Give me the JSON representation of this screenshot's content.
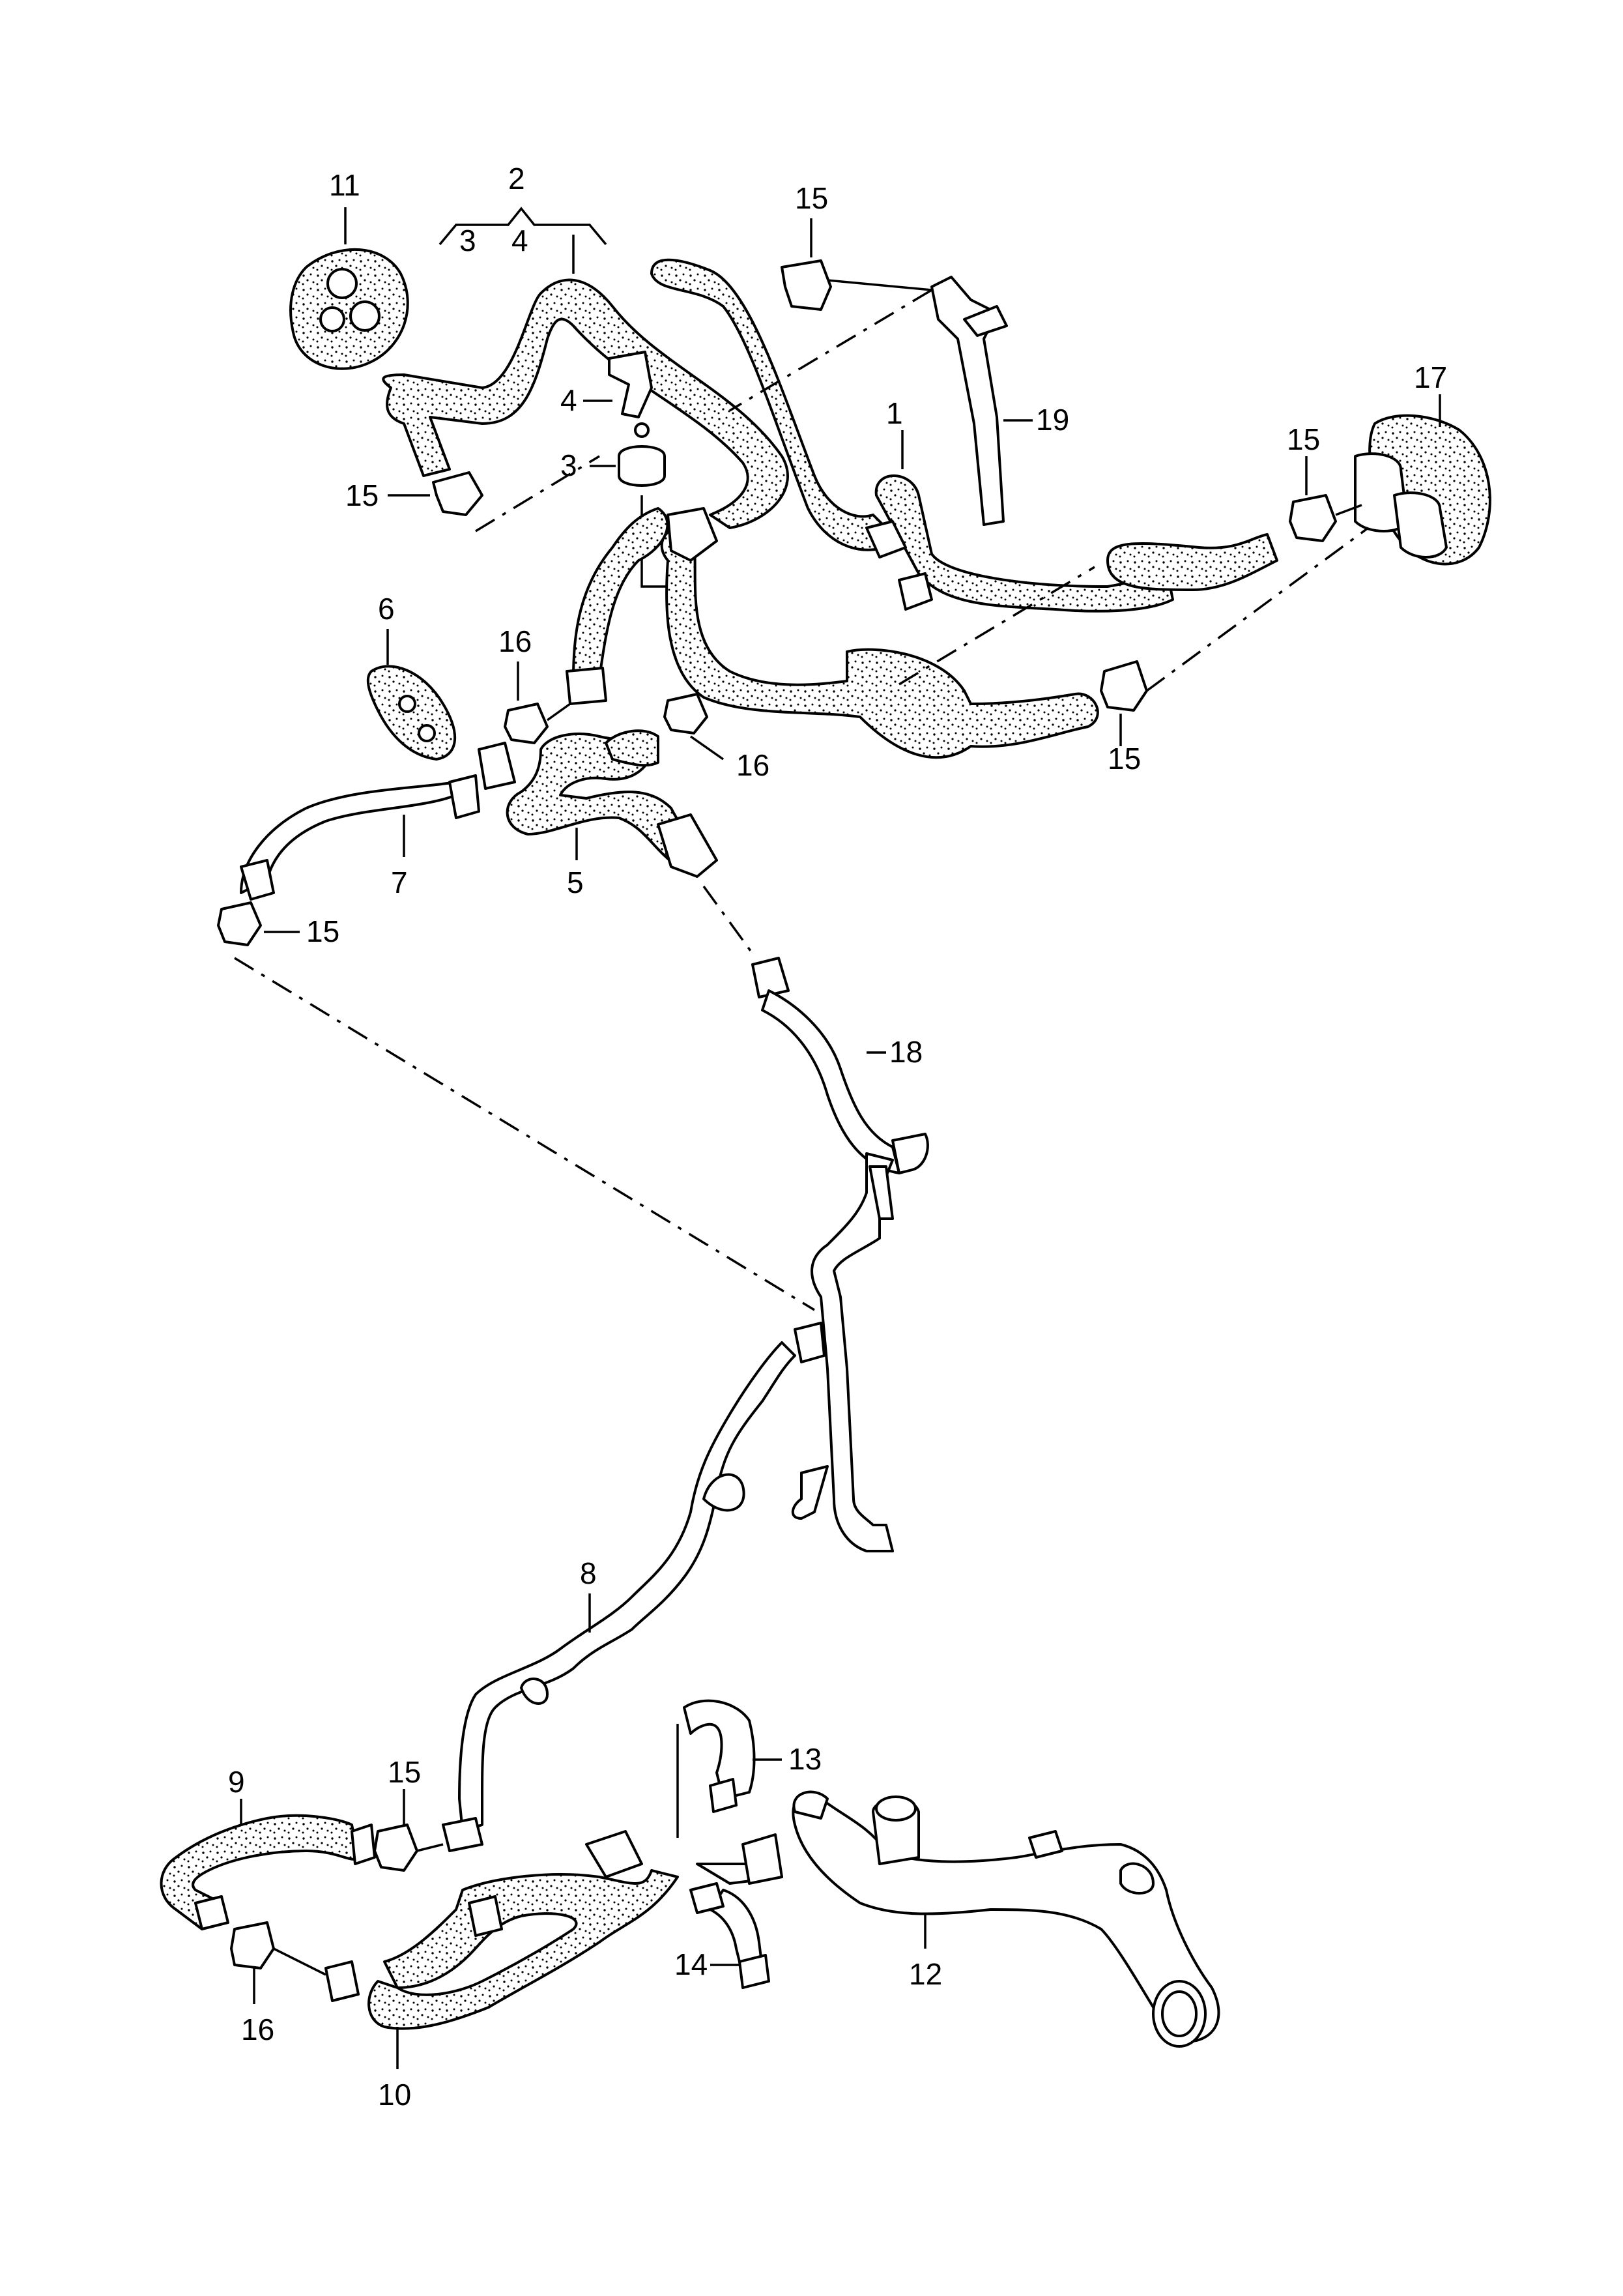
{
  "labels": {
    "l1": "1",
    "l2": "2",
    "l3": "3",
    "l4": "4",
    "l5": "5",
    "l6": "6",
    "l7": "7",
    "l8": "8",
    "l9": "9",
    "l10": "10",
    "l11": "11",
    "l12": "12",
    "l13": "13",
    "l14": "14",
    "l15": "15",
    "l16": "16",
    "l17": "17",
    "l18": "18",
    "l19": "19",
    "bracket3": "3",
    "bracket4": "4",
    "small3": "3",
    "small4": "4",
    "c15a": "15",
    "c15b": "15",
    "c15c": "15",
    "c15d": "15",
    "c15e": "15",
    "c15f": "15",
    "c16a": "16",
    "c16b": "16",
    "c16c": "16"
  }
}
